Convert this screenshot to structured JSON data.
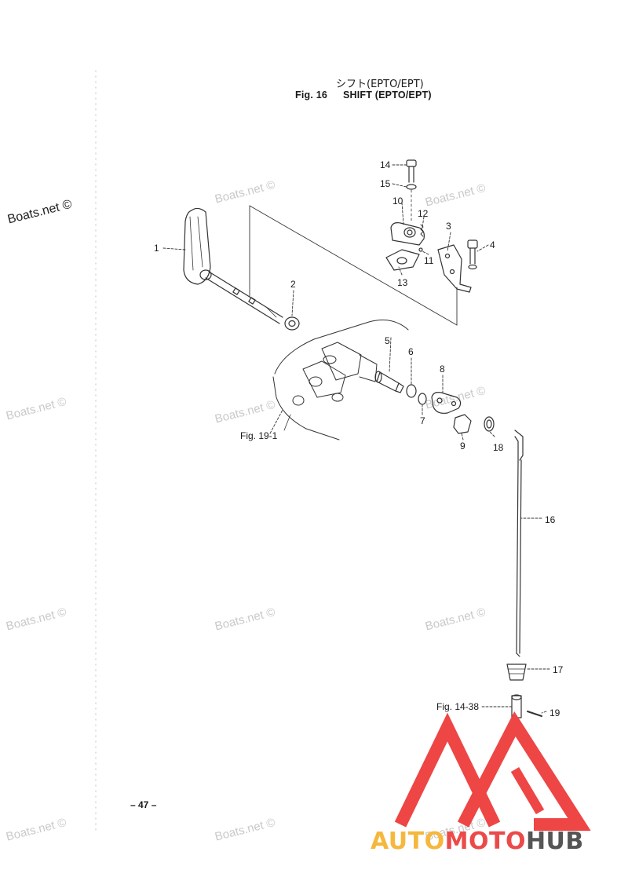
{
  "figure": {
    "title_jp": "シフト(EPTO/EPT)",
    "fig_label": "Fig. 16",
    "title_en": "SHIFT (EPTO/EPT)"
  },
  "page_number": "– 47 –",
  "watermark_text": "Boats.net ©",
  "callouts": [
    {
      "id": "part-1",
      "label": "1"
    },
    {
      "id": "part-2",
      "label": "2"
    },
    {
      "id": "part-3",
      "label": "3"
    },
    {
      "id": "part-4",
      "label": "4"
    },
    {
      "id": "part-5",
      "label": "5"
    },
    {
      "id": "part-6",
      "label": "6"
    },
    {
      "id": "part-7",
      "label": "7"
    },
    {
      "id": "part-8",
      "label": "8"
    },
    {
      "id": "part-9",
      "label": "9"
    },
    {
      "id": "part-10",
      "label": "10"
    },
    {
      "id": "part-11",
      "label": "11"
    },
    {
      "id": "part-12",
      "label": "12"
    },
    {
      "id": "part-13",
      "label": "13"
    },
    {
      "id": "part-14",
      "label": "14"
    },
    {
      "id": "part-15",
      "label": "15"
    },
    {
      "id": "part-16",
      "label": "16"
    },
    {
      "id": "part-17",
      "label": "17"
    },
    {
      "id": "part-18",
      "label": "18"
    },
    {
      "id": "part-19",
      "label": "19"
    }
  ],
  "references": {
    "fig_19_1": "Fig. 19-1",
    "fig_14_38": "Fig. 14-38"
  },
  "brand": {
    "auto": "AUTO",
    "moto": "MOTO",
    "hub": "HUB",
    "colors": {
      "auto": "#f5b83d",
      "moto": "#ec4a4a",
      "hub": "#555555",
      "logo": "#ee4545"
    }
  }
}
